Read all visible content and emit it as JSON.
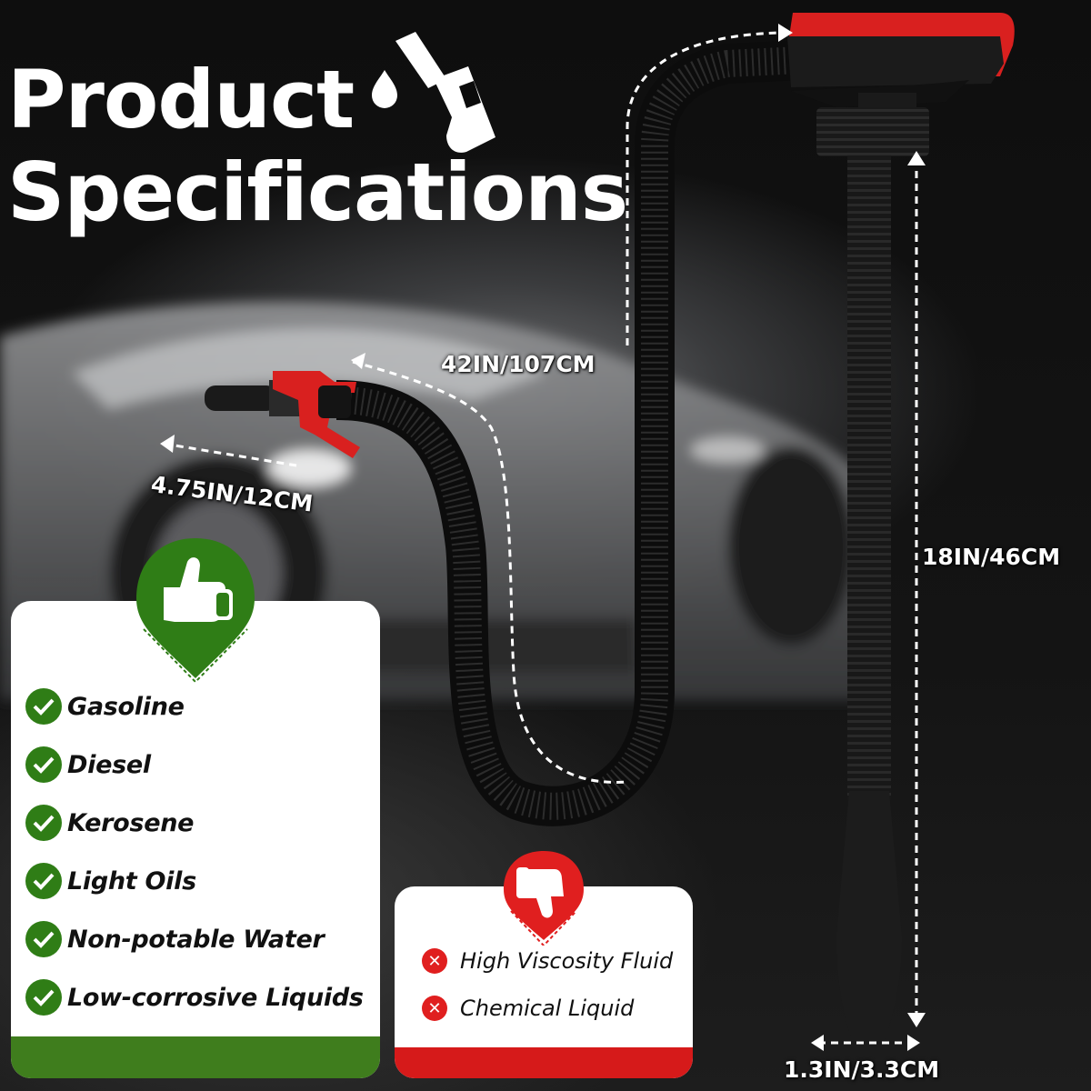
{
  "title": {
    "line1": "Product",
    "line2": "Specifications"
  },
  "icons": {
    "title": "fuel-nozzle-icon",
    "good": "thumbs-up-icon",
    "bad": "thumbs-down-icon",
    "check": "check-icon",
    "x": "x-icon"
  },
  "dimensions": {
    "hose_length": "42IN/107CM",
    "nozzle_length": "4.75IN/12CM",
    "tube_length": "18IN/46CM",
    "tube_diameter": "1.3IN/3.3CM"
  },
  "suitable": {
    "items": [
      "Gasoline",
      "Diesel",
      "Kerosene",
      "Light Oils",
      "Non-potable Water",
      "Low-corrosive Liquids"
    ]
  },
  "unsuitable": {
    "items": [
      "High Viscosity Fluid",
      "Chemical Liquid"
    ]
  },
  "colors": {
    "accent_green": "#2f7d16",
    "accent_red": "#e01f1f",
    "pump_red": "#d9201f"
  }
}
